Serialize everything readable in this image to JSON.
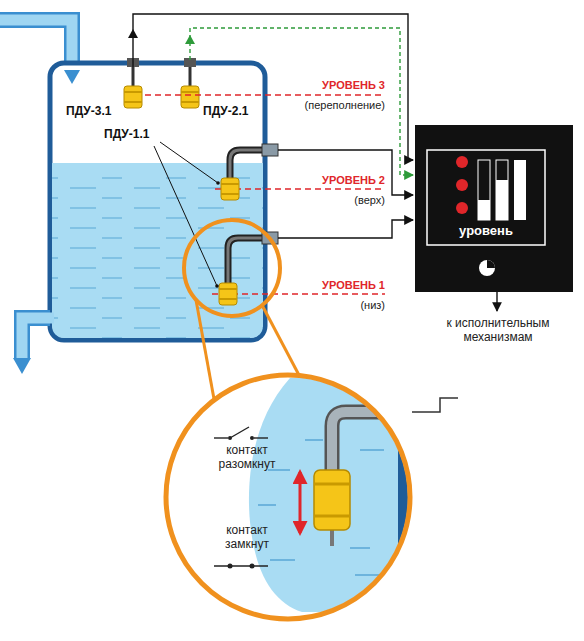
{
  "diagram": {
    "nodes": [
      {
        "text": [
          "уровень"
        ]
      },
      {
        "text": [
          "контакт разомкнут",
          "контакт замкнут"
        ]
      }
    ],
    "labels": [
      "ПДУ-3.1",
      "ПДУ-2.1",
      "ПДУ-1.1",
      "УРОВЕНЬ 3",
      "(переполнение)",
      "УРОВЕНЬ 2",
      "(верх)",
      "УРОВЕНЬ 1",
      "(низ)",
      "к исполнительным механизмам"
    ]
  }
}
